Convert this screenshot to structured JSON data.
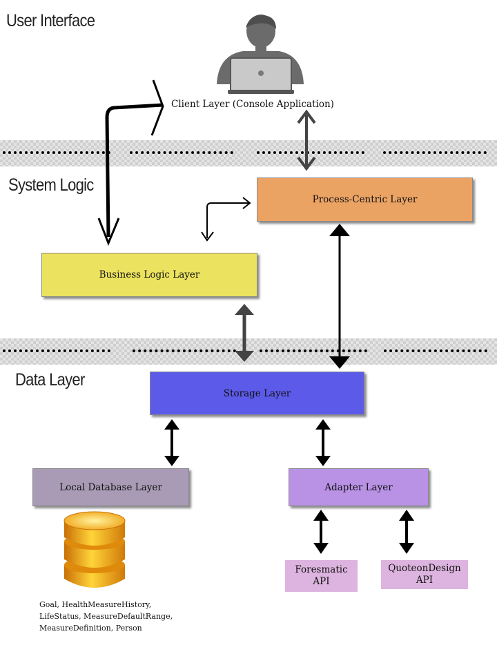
{
  "sections": {
    "ui": "User Interface",
    "logic": "System Logic",
    "data": "Data Layer"
  },
  "client_label": "Client Layer (Console Application)",
  "layers": {
    "process": "Process-Centric Layer",
    "business": "Business Logic Layer",
    "storage": "Storage Layer",
    "local_db": "Local Database Layer",
    "adapter": "Adapter Layer"
  },
  "apis": {
    "foresmatic": [
      "Foresmatic",
      "API"
    ],
    "quoteon": [
      "QuoteonDesign",
      "API"
    ]
  },
  "db_tables": [
    "Goal, HealthMeasureHistory,",
    "LifeStatus, MeasureDefaultRange,",
    "MeasureDefinition, Person"
  ],
  "colors": {
    "process": "#eba363",
    "business": "#ebe25f",
    "storage": "#5c5ae8",
    "local_db": "#a99bb5",
    "adapter": "#b992e6",
    "api": "#ddb4df"
  },
  "icons": [
    "user-with-laptop-icon",
    "database-icon"
  ]
}
